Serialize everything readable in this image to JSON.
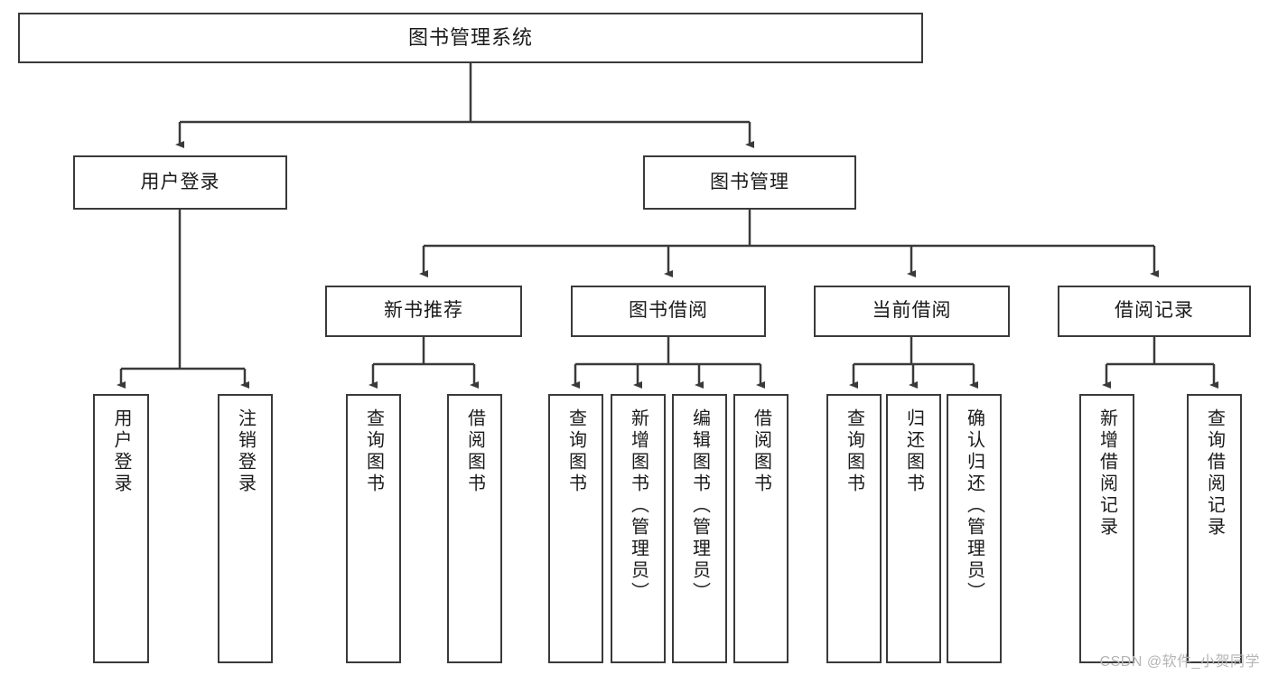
{
  "diagram": {
    "title": "图书管理系统",
    "type": "tree-hierarchy-chart",
    "watermark": "CSDN @软件_小贺同学",
    "colors": {
      "border": "#3a3a3a",
      "background": "#ffffff",
      "text": "#1a1a1a",
      "edge": "#3a3a3a",
      "watermark": "#b5b5b5"
    },
    "nodes": {
      "root": {
        "label": "图书管理系统"
      },
      "level2": [
        {
          "label": "用户登录"
        },
        {
          "label": "图书管理"
        }
      ],
      "level3": [
        {
          "label": "新书推荐"
        },
        {
          "label": "图书借阅"
        },
        {
          "label": "当前借阅"
        },
        {
          "label": "借阅记录"
        }
      ],
      "leaves_user_login": [
        {
          "label": "用户登录"
        },
        {
          "label": "注销登录"
        }
      ],
      "leaves_new_book": [
        {
          "label": "查询图书"
        },
        {
          "label": "借阅图书"
        }
      ],
      "leaves_borrow": [
        {
          "label": "查询图书"
        },
        {
          "label": "新增图书（管理员）"
        },
        {
          "label": "编辑图书（管理员）"
        },
        {
          "label": "借阅图书"
        }
      ],
      "leaves_current": [
        {
          "label": "查询图书"
        },
        {
          "label": "归还图书"
        },
        {
          "label": "确认归还（管理员）"
        }
      ],
      "leaves_record": [
        {
          "label": "新增借阅记录"
        },
        {
          "label": "查询借阅记录"
        }
      ]
    }
  }
}
